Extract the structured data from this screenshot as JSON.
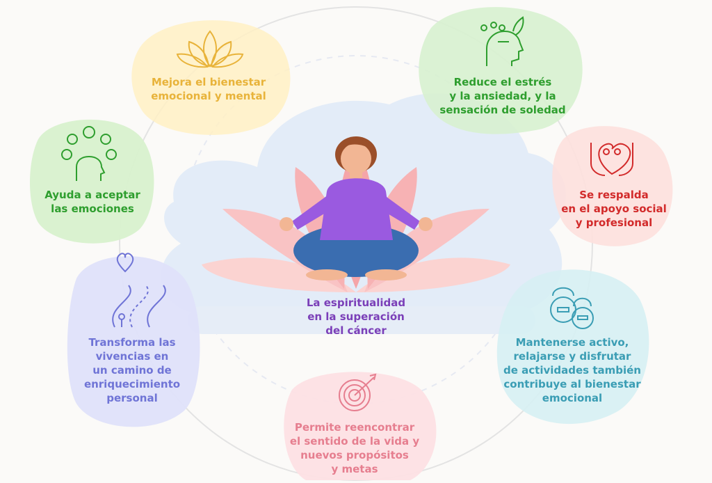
{
  "center": {
    "title_lines": [
      "La espiritualidad",
      "en la superación",
      "del cáncer"
    ],
    "color": "#7b3fb8"
  },
  "items": [
    {
      "id": "emotional",
      "lines": [
        "Mejora el bienestar",
        "emocional y mental"
      ],
      "color": "#e8b33a",
      "icon": "lotus-icon"
    },
    {
      "id": "stress",
      "lines": [
        "Reduce el estrés",
        "y la ansiedad, y la",
        "sensación de soledad"
      ],
      "color": "#2e9e2e",
      "icon": "head-leaves-icon"
    },
    {
      "id": "support",
      "lines": [
        "Se respalda",
        "en el apoyo social",
        "y profesional"
      ],
      "color": "#d22a2a",
      "icon": "hands-heart-people-icon"
    },
    {
      "id": "active",
      "lines": [
        "Mantenerse activo,",
        "relajarse y disfrutar",
        "de actividades también",
        "contribuye al bienestar",
        "emocional"
      ],
      "color": "#3a9db4",
      "icon": "kettlebells-icon"
    },
    {
      "id": "purpose",
      "lines": [
        "Permite reencontrar",
        "el sentido de la vida y",
        "nuevos propósitos",
        "y metas"
      ],
      "color": "#e67e8f",
      "icon": "target-icon"
    },
    {
      "id": "transform",
      "lines": [
        "Transforma las",
        "vivencias en",
        "un camino de",
        "enriquecimiento",
        "personal"
      ],
      "color": "#6f74d6",
      "icon": "road-heart-icon"
    },
    {
      "id": "accept",
      "lines": [
        "Ayuda a aceptar",
        "las emociones"
      ],
      "color": "#2e9e2e",
      "icon": "head-faces-icon"
    }
  ]
}
